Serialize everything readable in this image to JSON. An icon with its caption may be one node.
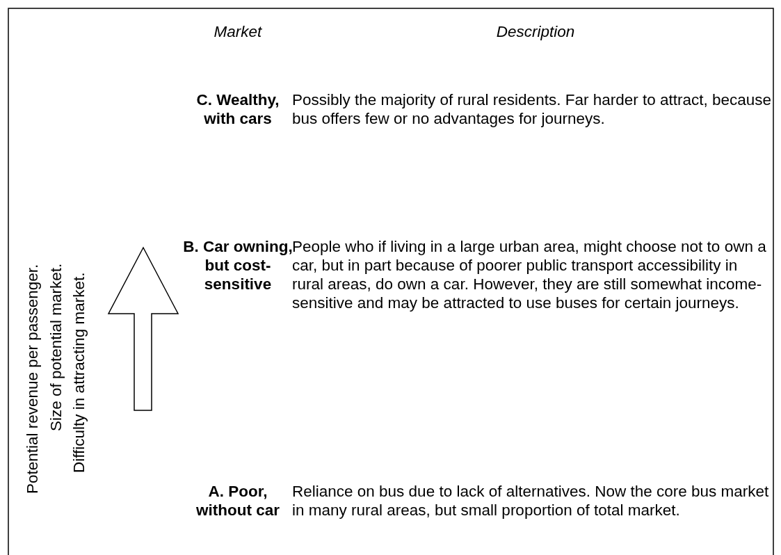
{
  "diagram": {
    "labels": [
      "Potential revenue per passenger.",
      "Size of potential market.",
      "Difficulty in attracting market.",
      "Market",
      "Description",
      "C. Wealthy, with cars",
      "Possibly the majority of rural residents. Far harder to attract, because bus offers few or no advantages for journeys.",
      "B. Car owning, but cost-sensitive",
      "People who if living in a large urban area, might choose not to own a car, but in part because of poorer public transport accessibility in rural areas, do own a car. However, they are still somewhat income-sensitive and may be attracted to use buses for certain journeys.",
      "A. Poor, without car",
      "Reliance on bus due to lack of alternatives. Now the core bus market in many rural areas, but small proportion of total market."
    ]
  }
}
